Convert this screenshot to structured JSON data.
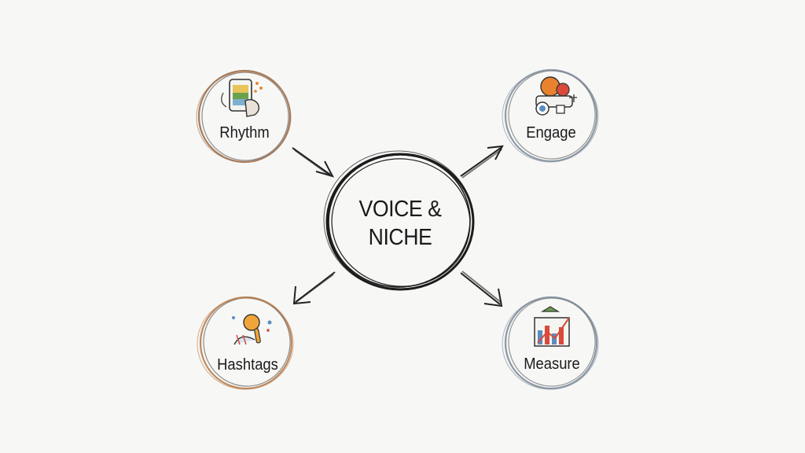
{
  "center": {
    "line1": "VOICE &",
    "line2": "NICHE"
  },
  "nodes": {
    "rhythm": {
      "label": "Rhythm",
      "color": "#b8865f",
      "icon": "phone-tap-icon"
    },
    "engage": {
      "label": "Engage",
      "color": "#8e9aa6",
      "icon": "engagement-tools-icon"
    },
    "hashtags": {
      "label": "Hashtags",
      "color": "#c08a5e",
      "icon": "search-tag-icon"
    },
    "measure": {
      "label": "Measure",
      "color": "#8a97a5",
      "icon": "analytics-chart-icon"
    }
  }
}
